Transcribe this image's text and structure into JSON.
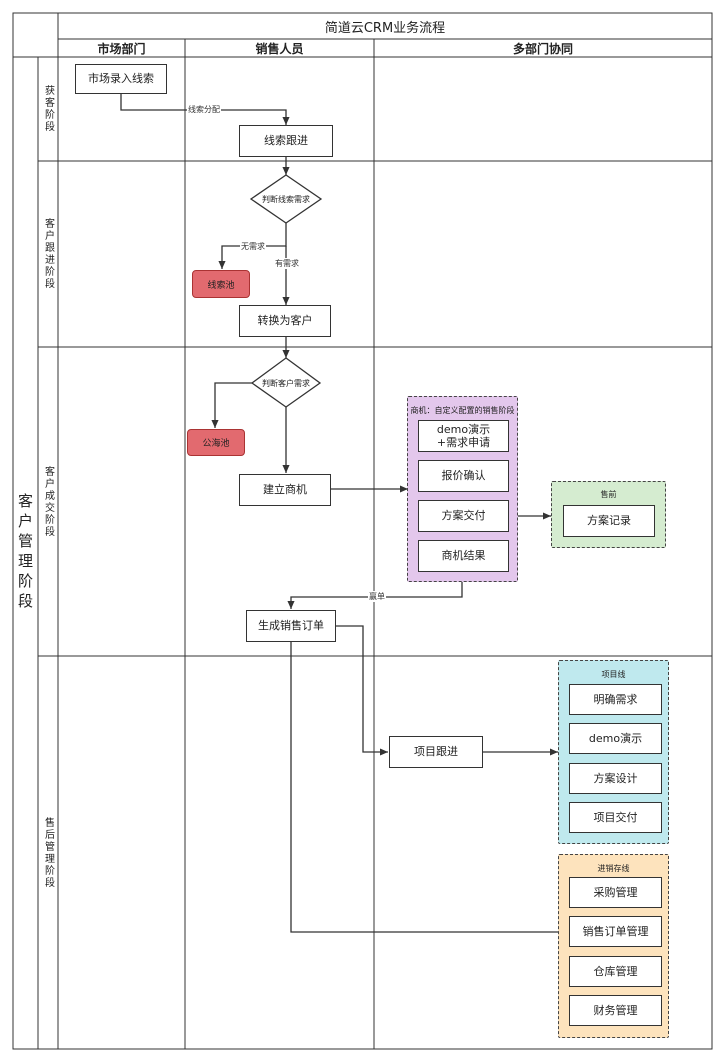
{
  "title": "简道云CRM业务流程",
  "columns": [
    "市场部门",
    "销售人员",
    "多部门协同"
  ],
  "outer_label": "客户管理阶段",
  "stages": [
    "获客阶段",
    "客户跟进阶段",
    "客户成交阶段",
    "售后管理阶段"
  ],
  "nodes": {
    "market_entry": "市场录入线索",
    "lead_follow": "线索跟进",
    "judge_lead": "判断线索需求",
    "lead_pool": "线索池",
    "convert_customer": "转换为客户",
    "judge_customer": "判断客户需求",
    "public_pool": "公海池",
    "build_opportunity": "建立商机",
    "sales_order": "生成销售订单",
    "project_follow": "项目跟进"
  },
  "edge_labels": {
    "lead_assign": "线索分配",
    "no_need": "无需求",
    "has_need": "有需求",
    "won": "赢单"
  },
  "groups": {
    "opportunity": {
      "title": "商机：自定义配置的销售阶段",
      "items": [
        "demo演示\n+需求申请",
        "报价确认",
        "方案交付",
        "商机结果"
      ]
    },
    "presale": {
      "title": "售前",
      "items": [
        "方案记录"
      ]
    },
    "project": {
      "title": "项目线",
      "items": [
        "明确需求",
        "demo演示",
        "方案设计",
        "项目交付"
      ]
    },
    "inventory": {
      "title": "进销存线",
      "items": [
        "采购管理",
        "销售订单管理",
        "仓库管理",
        "财务管理"
      ]
    }
  },
  "colors": {
    "line": "#333333",
    "pool_red": "#e26a6f",
    "opportunity_fill": "#e3c7ec",
    "presale_fill": "#d5ecd0",
    "project_fill": "#bfe9ee",
    "inventory_fill": "#fde3bd"
  }
}
